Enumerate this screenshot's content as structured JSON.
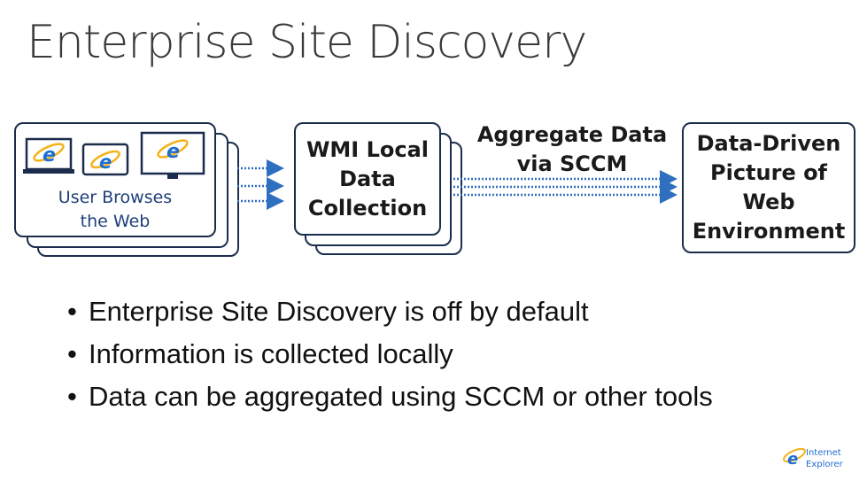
{
  "title": "Enterprise Site Discovery",
  "diagram": {
    "user": {
      "label_line1": "User Browses",
      "label_line2": "the Web"
    },
    "wmi": {
      "line1": "WMI Local",
      "line2": "Data",
      "line3": "Collection"
    },
    "aggregate": {
      "line1": "Aggregate Data",
      "line2": "via SCCM"
    },
    "picture": {
      "line1": "Data-Driven",
      "line2": "Picture of",
      "line3": "Web",
      "line4": "Environment"
    },
    "colors": {
      "border": "#1c2c4c",
      "arrow": "#2f6fbf",
      "ie_blue": "#1e6ed2",
      "ie_gold": "#f3b21a"
    }
  },
  "bullets": [
    "Enterprise Site Discovery is off by default",
    "Information is collected locally",
    "Data can be aggregated using SCCM or other tools"
  ],
  "logo": {
    "line1": "Internet",
    "line2": "Explorer"
  }
}
